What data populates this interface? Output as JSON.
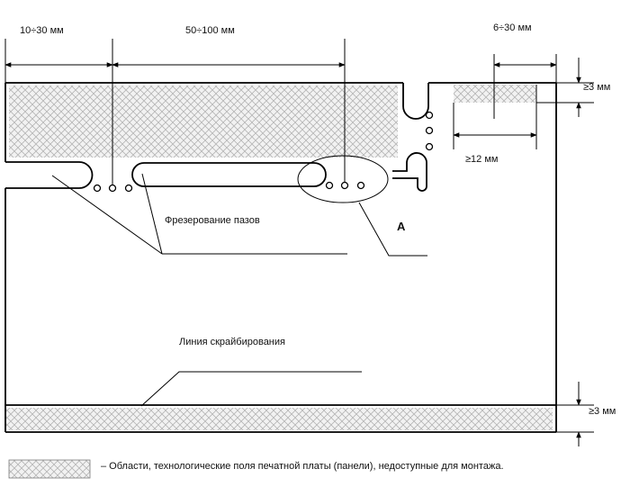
{
  "dimensions": {
    "dim_left": "10÷30 мм",
    "dim_middle": "50÷100 мм",
    "dim_top_right": "6÷30 мм",
    "dim_min_gap": "≥12 мм",
    "dim_top_edge": "≥3 мм",
    "dim_bottom_edge": "≥3 мм"
  },
  "callouts": {
    "slot_milling": "Фрезерование пазов",
    "scribe_line": "Линия скрайбирования",
    "detail_marker": "А"
  },
  "legend": {
    "text": "– Области, технологические поля печатной платы (панели), недоступные для монтажа."
  }
}
